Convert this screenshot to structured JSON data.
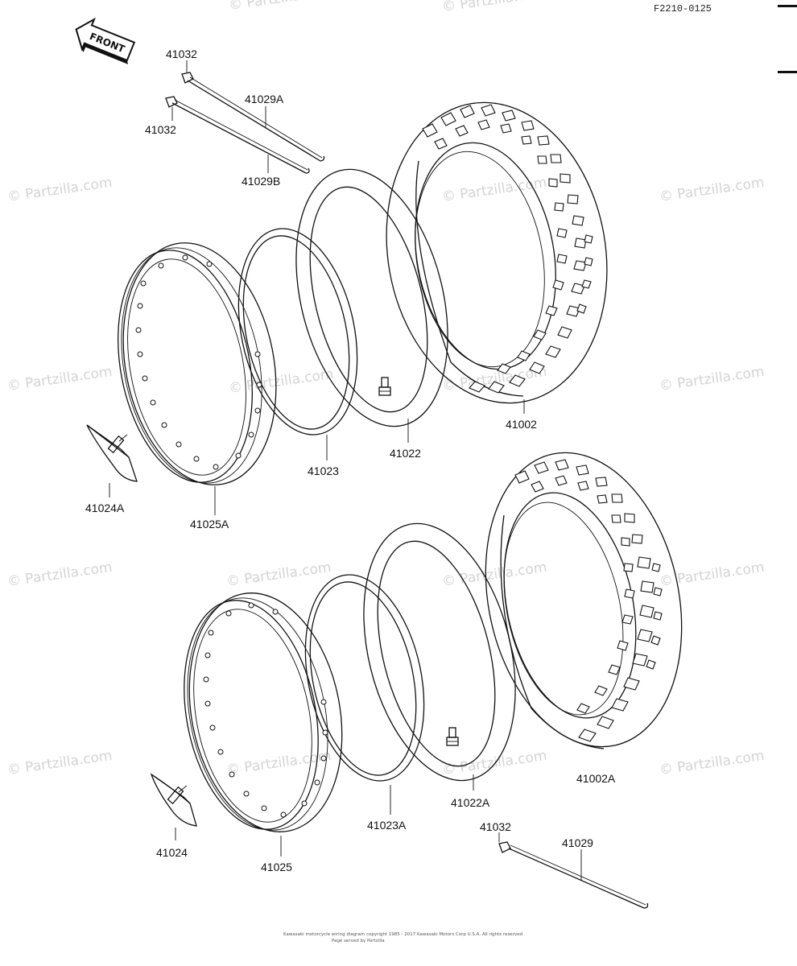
{
  "diagram_code": "F2210-0125",
  "front_label": "FRONT",
  "watermark": "© Partzilla.com",
  "footer": {
    "line1": "Kawasaki motorcycle wiring diagram copyright 1985 - 2017 Kawasaki Motors Corp U.S.A. All rights reserved",
    "line2": "Page served by Partzilla"
  },
  "parts": {
    "spoke_nipple_top1": "41032",
    "spoke_nipple_top2": "41032",
    "spoke_a": "41029A",
    "spoke_b": "41029B",
    "rim_tape_front": "41024A",
    "rim_front": "41025A",
    "band_front": "41023",
    "tube_front": "41022",
    "tire_front": "41002",
    "rim_tape_rear": "41024",
    "rim_rear": "41025",
    "band_rear": "41023A",
    "tube_rear": "41022A",
    "tire_rear": "41002A",
    "spoke_nipple_bottom": "41032",
    "spoke_rear": "41029"
  }
}
